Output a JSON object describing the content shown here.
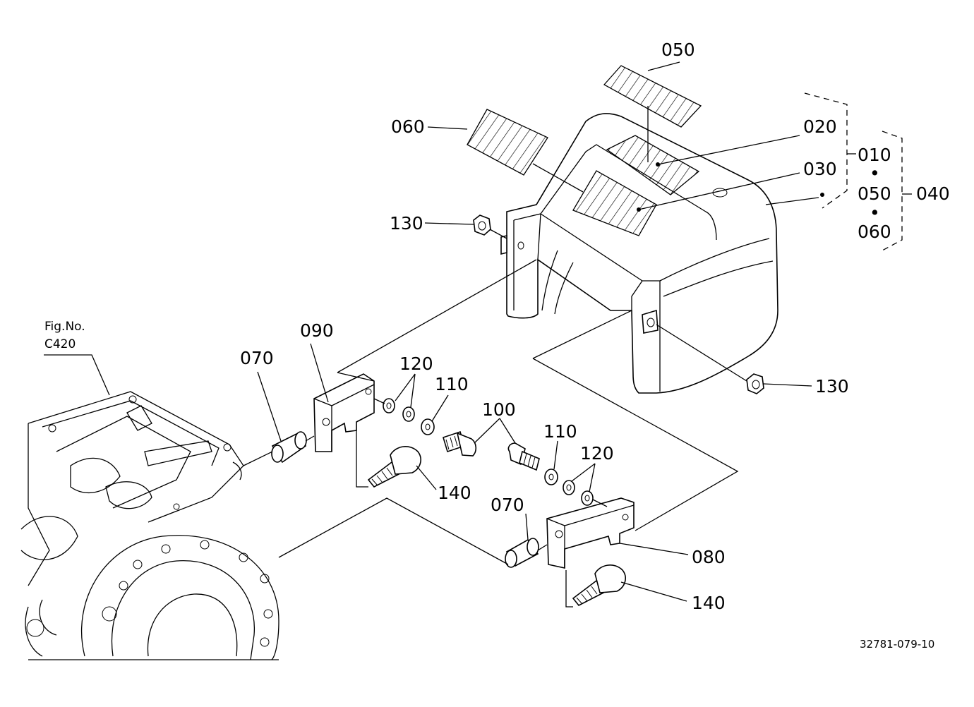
{
  "figure": {
    "fig_ref_label": "Fig.No.",
    "fig_ref_number": "C420",
    "drawing_number": "32781-079-10"
  },
  "callouts": {
    "p010": "010",
    "p020": "020",
    "p030": "030",
    "p040": "040",
    "p050_top": "050",
    "p050_group": "050",
    "p060_top": "060",
    "p060_group": "060",
    "p070_a": "070",
    "p070_b": "070",
    "p080": "080",
    "p090": "090",
    "p100": "100",
    "p110_a": "110",
    "p110_b": "110",
    "p120_a": "120",
    "p120_b": "120",
    "p130_a": "130",
    "p130_b": "130",
    "p140_a": "140",
    "p140_b": "140"
  },
  "group_separator": "•"
}
